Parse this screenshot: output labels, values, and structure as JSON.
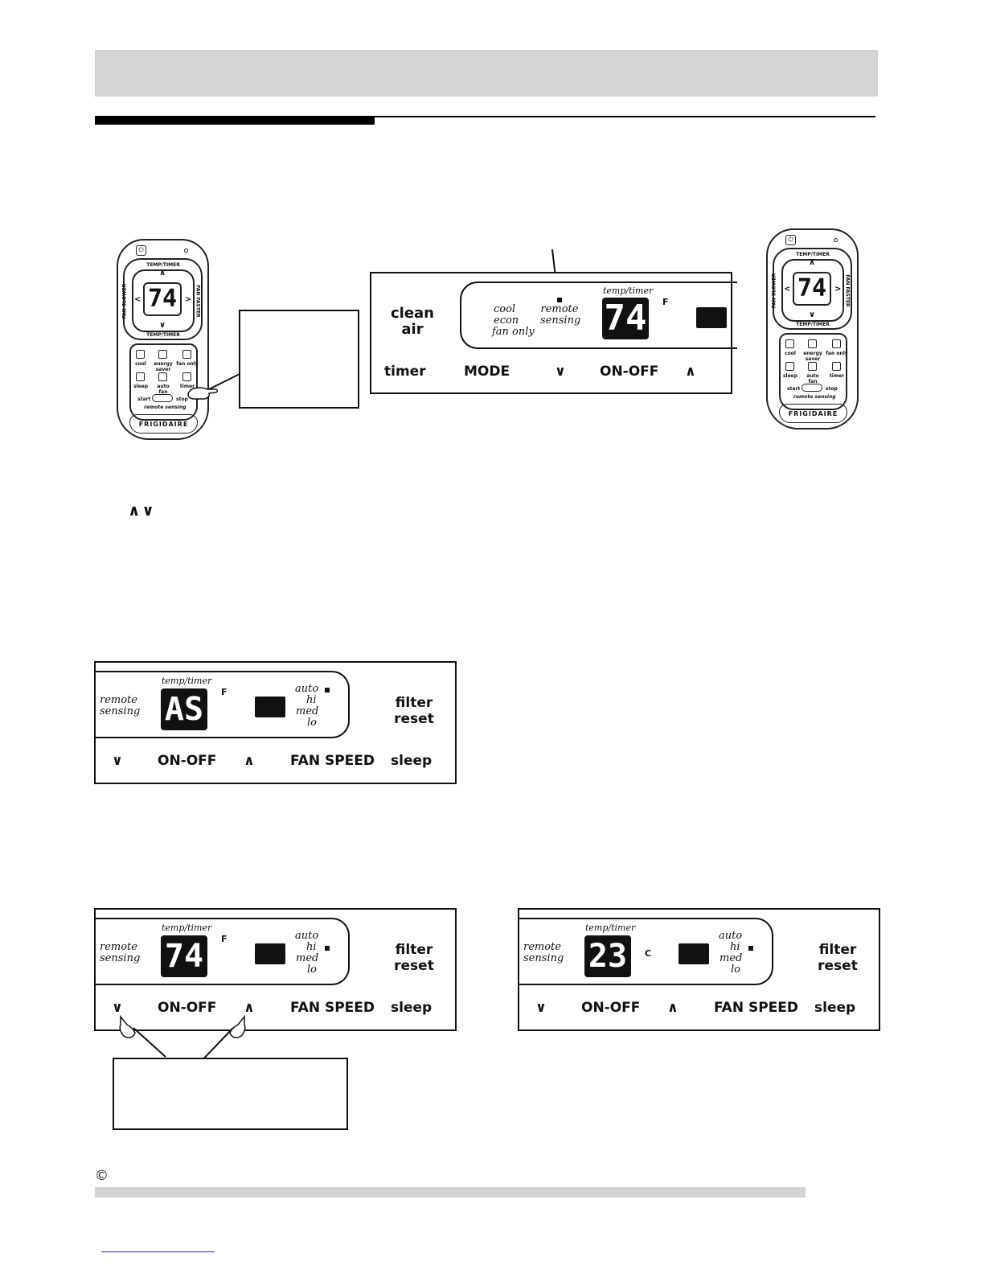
{
  "copyright_symbol": "©",
  "arrows_inline": "∧∨",
  "remote": {
    "display": "74",
    "top_label": "TEMP/TIMER",
    "bottom_label": "TEMP/TIMER",
    "left_label": "FAN SLOWER",
    "right_label": "FAN FASTER",
    "up": "∧",
    "down": "∨",
    "left": "<",
    "right": ">",
    "buttons": [
      "cool",
      "energy saver",
      "fan only",
      "sleep",
      "auto fan",
      "timer"
    ],
    "start": "start",
    "stop": "stop",
    "remote_sensing": "remote sensing",
    "brand": "FRIGIDAIRE"
  },
  "panel_top": {
    "clean_air": "clean air",
    "modes": [
      "cool",
      "econ",
      "fan only"
    ],
    "remote_sensing": "remote sensing",
    "temp_timer": "temp/timer",
    "display": "74",
    "unit": "F",
    "timer": "timer",
    "mode": "MODE",
    "down": "∨",
    "on_off": "ON-OFF",
    "up": "∧"
  },
  "panel_as": {
    "remote_sensing": "remote sensing",
    "temp_timer": "temp/timer",
    "display": "AS",
    "unit": "F",
    "fan": [
      "auto",
      "hi",
      "med",
      "lo"
    ],
    "filter_reset": "filter reset",
    "down": "∨",
    "on_off": "ON-OFF",
    "up": "∧",
    "fan_speed": "FAN SPEED",
    "sleep": "sleep"
  },
  "panel_74": {
    "remote_sensing": "remote sensing",
    "temp_timer": "temp/timer",
    "display": "74",
    "unit": "F",
    "fan": [
      "auto",
      "hi",
      "med",
      "lo"
    ],
    "filter_reset": "filter reset",
    "down": "∨",
    "on_off": "ON-OFF",
    "up": "∧",
    "fan_speed": "FAN SPEED",
    "sleep": "sleep"
  },
  "panel_23": {
    "remote_sensing": "remote sensing",
    "temp_timer": "temp/timer",
    "display": "23",
    "unit": "C",
    "fan": [
      "auto",
      "hi",
      "med",
      "lo"
    ],
    "filter_reset": "filter reset",
    "down": "∨",
    "on_off": "ON-OFF",
    "up": "∧",
    "fan_speed": "FAN SPEED",
    "sleep": "sleep"
  }
}
